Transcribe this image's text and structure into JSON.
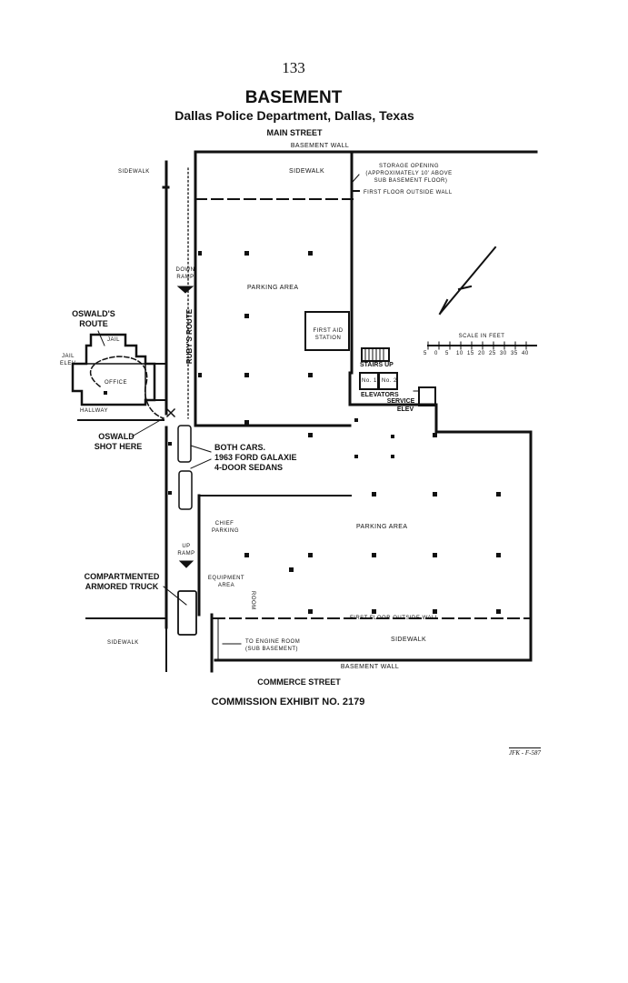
{
  "page_number": "133",
  "title": "BASEMENT",
  "subtitle": "Dallas Police Department, Dallas, Texas",
  "streets": {
    "north": "MAIN STREET",
    "south": "COMMERCE STREET"
  },
  "walls": {
    "basement_wall_top": "BASEMENT WALL",
    "basement_wall_bottom": "BASEMENT WALL",
    "first_floor_outside_wall_top": "FIRST FLOOR OUTSIDE WALL",
    "first_floor_outside_wall_bottom": "FIRST FLOOR OUTSIDE WALL"
  },
  "labels": {
    "sidewalk_top_left": "SIDEWALK",
    "sidewalk_top": "SIDEWALK",
    "sidewalk_bottom_left": "SIDEWALK",
    "sidewalk_bottom": "SIDEWALK",
    "storage_opening_1": "STORAGE OPENING",
    "storage_opening_2": "(APPROXIMATELY 10' ABOVE",
    "storage_opening_3": "SUB BASEMENT FLOOR)",
    "down_ramp_1": "DOWN",
    "down_ramp_2": "RAMP",
    "parking_area_upper": "PARKING AREA",
    "parking_area_lower": "PARKING AREA",
    "first_aid_1": "FIRST AID",
    "first_aid_2": "STATION",
    "stairs_up": "STAIRS UP",
    "elevator_no1": "No. 1",
    "elevator_no2": "No. 2",
    "elevators": "ELEVATORS",
    "service_elev_1": "SERVICE",
    "service_elev_2": "ELEV",
    "scale_title": "SCALE IN FEET",
    "scale_ticks": [
      "5",
      "0",
      "5",
      "10",
      "15",
      "20",
      "25",
      "30",
      "35",
      "40"
    ],
    "oswalds_route_1": "OSWALD'S",
    "oswalds_route_2": "ROUTE",
    "jail": "JAIL",
    "jail_elev_1": "JAIL",
    "jail_elev_2": "ELEV",
    "office": "OFFICE",
    "hallway": "HALLWAY",
    "rubys_route": "RUBY'S ROUTE",
    "oswald_shot_1": "OSWALD",
    "oswald_shot_2": "SHOT HERE",
    "both_cars_1": "BOTH CARS.",
    "both_cars_2": "1963 FORD GALAXIE",
    "both_cars_3": "4-DOOR SEDANS",
    "chief_parking_1": "CHIEF",
    "chief_parking_2": "PARKING",
    "up_ramp_1": "UP",
    "up_ramp_2": "RAMP",
    "equipment_area_1": "EQUIPMENT",
    "equipment_area_2": "AREA",
    "room": "ROOM",
    "armored_truck_1": "COMPARTMENTED",
    "armored_truck_2": "ARMORED TRUCK",
    "engine_room_1": "TO ENGINE ROOM",
    "engine_room_2": "(SUB BASEMENT)"
  },
  "exhibit_caption": "COMMISSION EXHIBIT NO. 2179",
  "handwritten_note": "JFK - F-587"
}
